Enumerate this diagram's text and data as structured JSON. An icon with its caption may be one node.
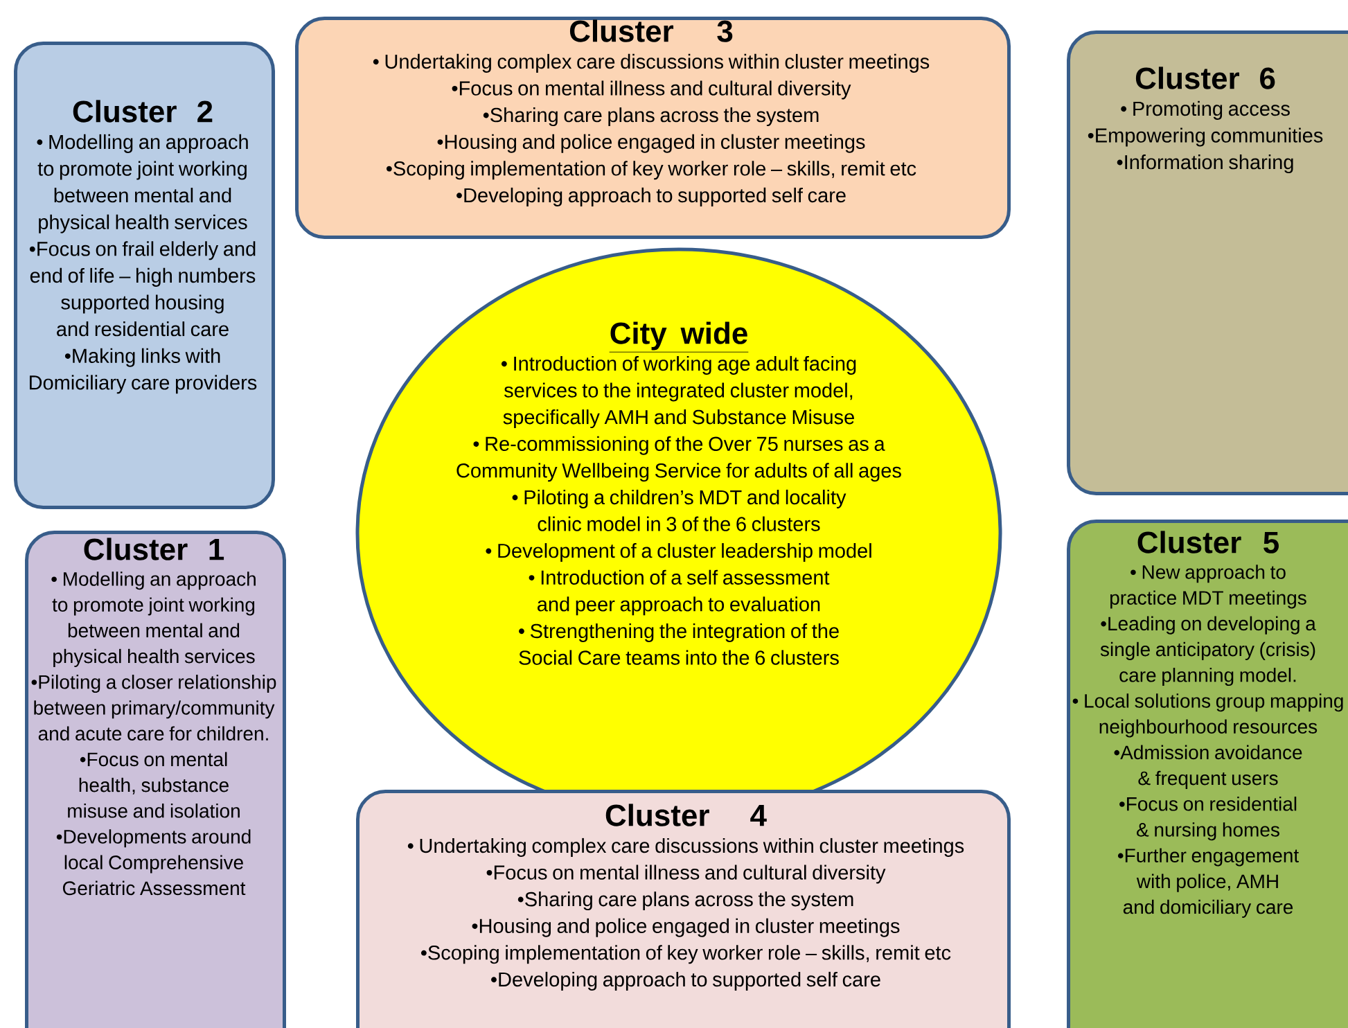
{
  "diagram": {
    "nodes": [
      {
        "text": [
          "Cluster 2",
          "• Modelling an approach to promote joint working between mental and physical health services",
          "•Focus on frail elderly and end of life – high numbers supported housing and residential care",
          "•Making links with Domiciliary care providers"
        ]
      },
      {
        "text": [
          "Cluster 3",
          "• Undertaking complex care discussions within cluster meetings",
          "•Focus on mental illness and cultural diversity",
          "•Sharing care plans across the system",
          "•Housing and police engaged in cluster meetings",
          "•Scoping implementation of key worker role – skills, remit etc",
          "•Developing approach to supported self care"
        ]
      },
      {
        "text": [
          "Cluster 6",
          "• Promoting access",
          "•Empowering communities",
          "•Information sharing"
        ]
      },
      {
        "text": [
          "City wide",
          "• Introduction of working age adult facing services to the integrated cluster model, specifically AMH and Substance Misuse",
          "• Re-commissioning of the Over 75 nurses as a Community Wellbeing Service for adults of all ages",
          "• Piloting a children’s MDT and locality clinic model in 3 of the 6 clusters",
          "• Development of a cluster leadership model",
          "• Introduction of a self assessment and peer approach to evaluation",
          "• Strengthening the integration of the Social Care teams into the 6 clusters"
        ]
      },
      {
        "text": [
          "Cluster 1",
          "• Modelling an approach to promote joint working between mental and physical health services",
          "•Piloting a closer relationship between primary/community and acute care for children.",
          "•Focus on mental health, substance misuse and isolation",
          "•Developments around local Comprehensive Geriatric Assessment"
        ]
      },
      {
        "text": [
          "Cluster 4",
          "• Undertaking complex care discussions within cluster meetings",
          "•Focus on mental illness and cultural diversity",
          "•Sharing care plans across the system",
          "•Housing and police engaged in cluster meetings",
          "•Scoping implementation of key worker role – skills, remit etc",
          "•Developing approach to supported self care"
        ]
      },
      {
        "text": [
          "Cluster 5",
          "• New approach to practice MDT meetings",
          "•Leading on developing a single anticipatory (crisis) care planning model.",
          "• Local solutions group mapping neighbourhood resources",
          "•Admission avoidance & frequent users",
          "•Focus on residential & nursing homes",
          "•Further engagement with police, AMH and domiciliary care"
        ]
      }
    ]
  }
}
